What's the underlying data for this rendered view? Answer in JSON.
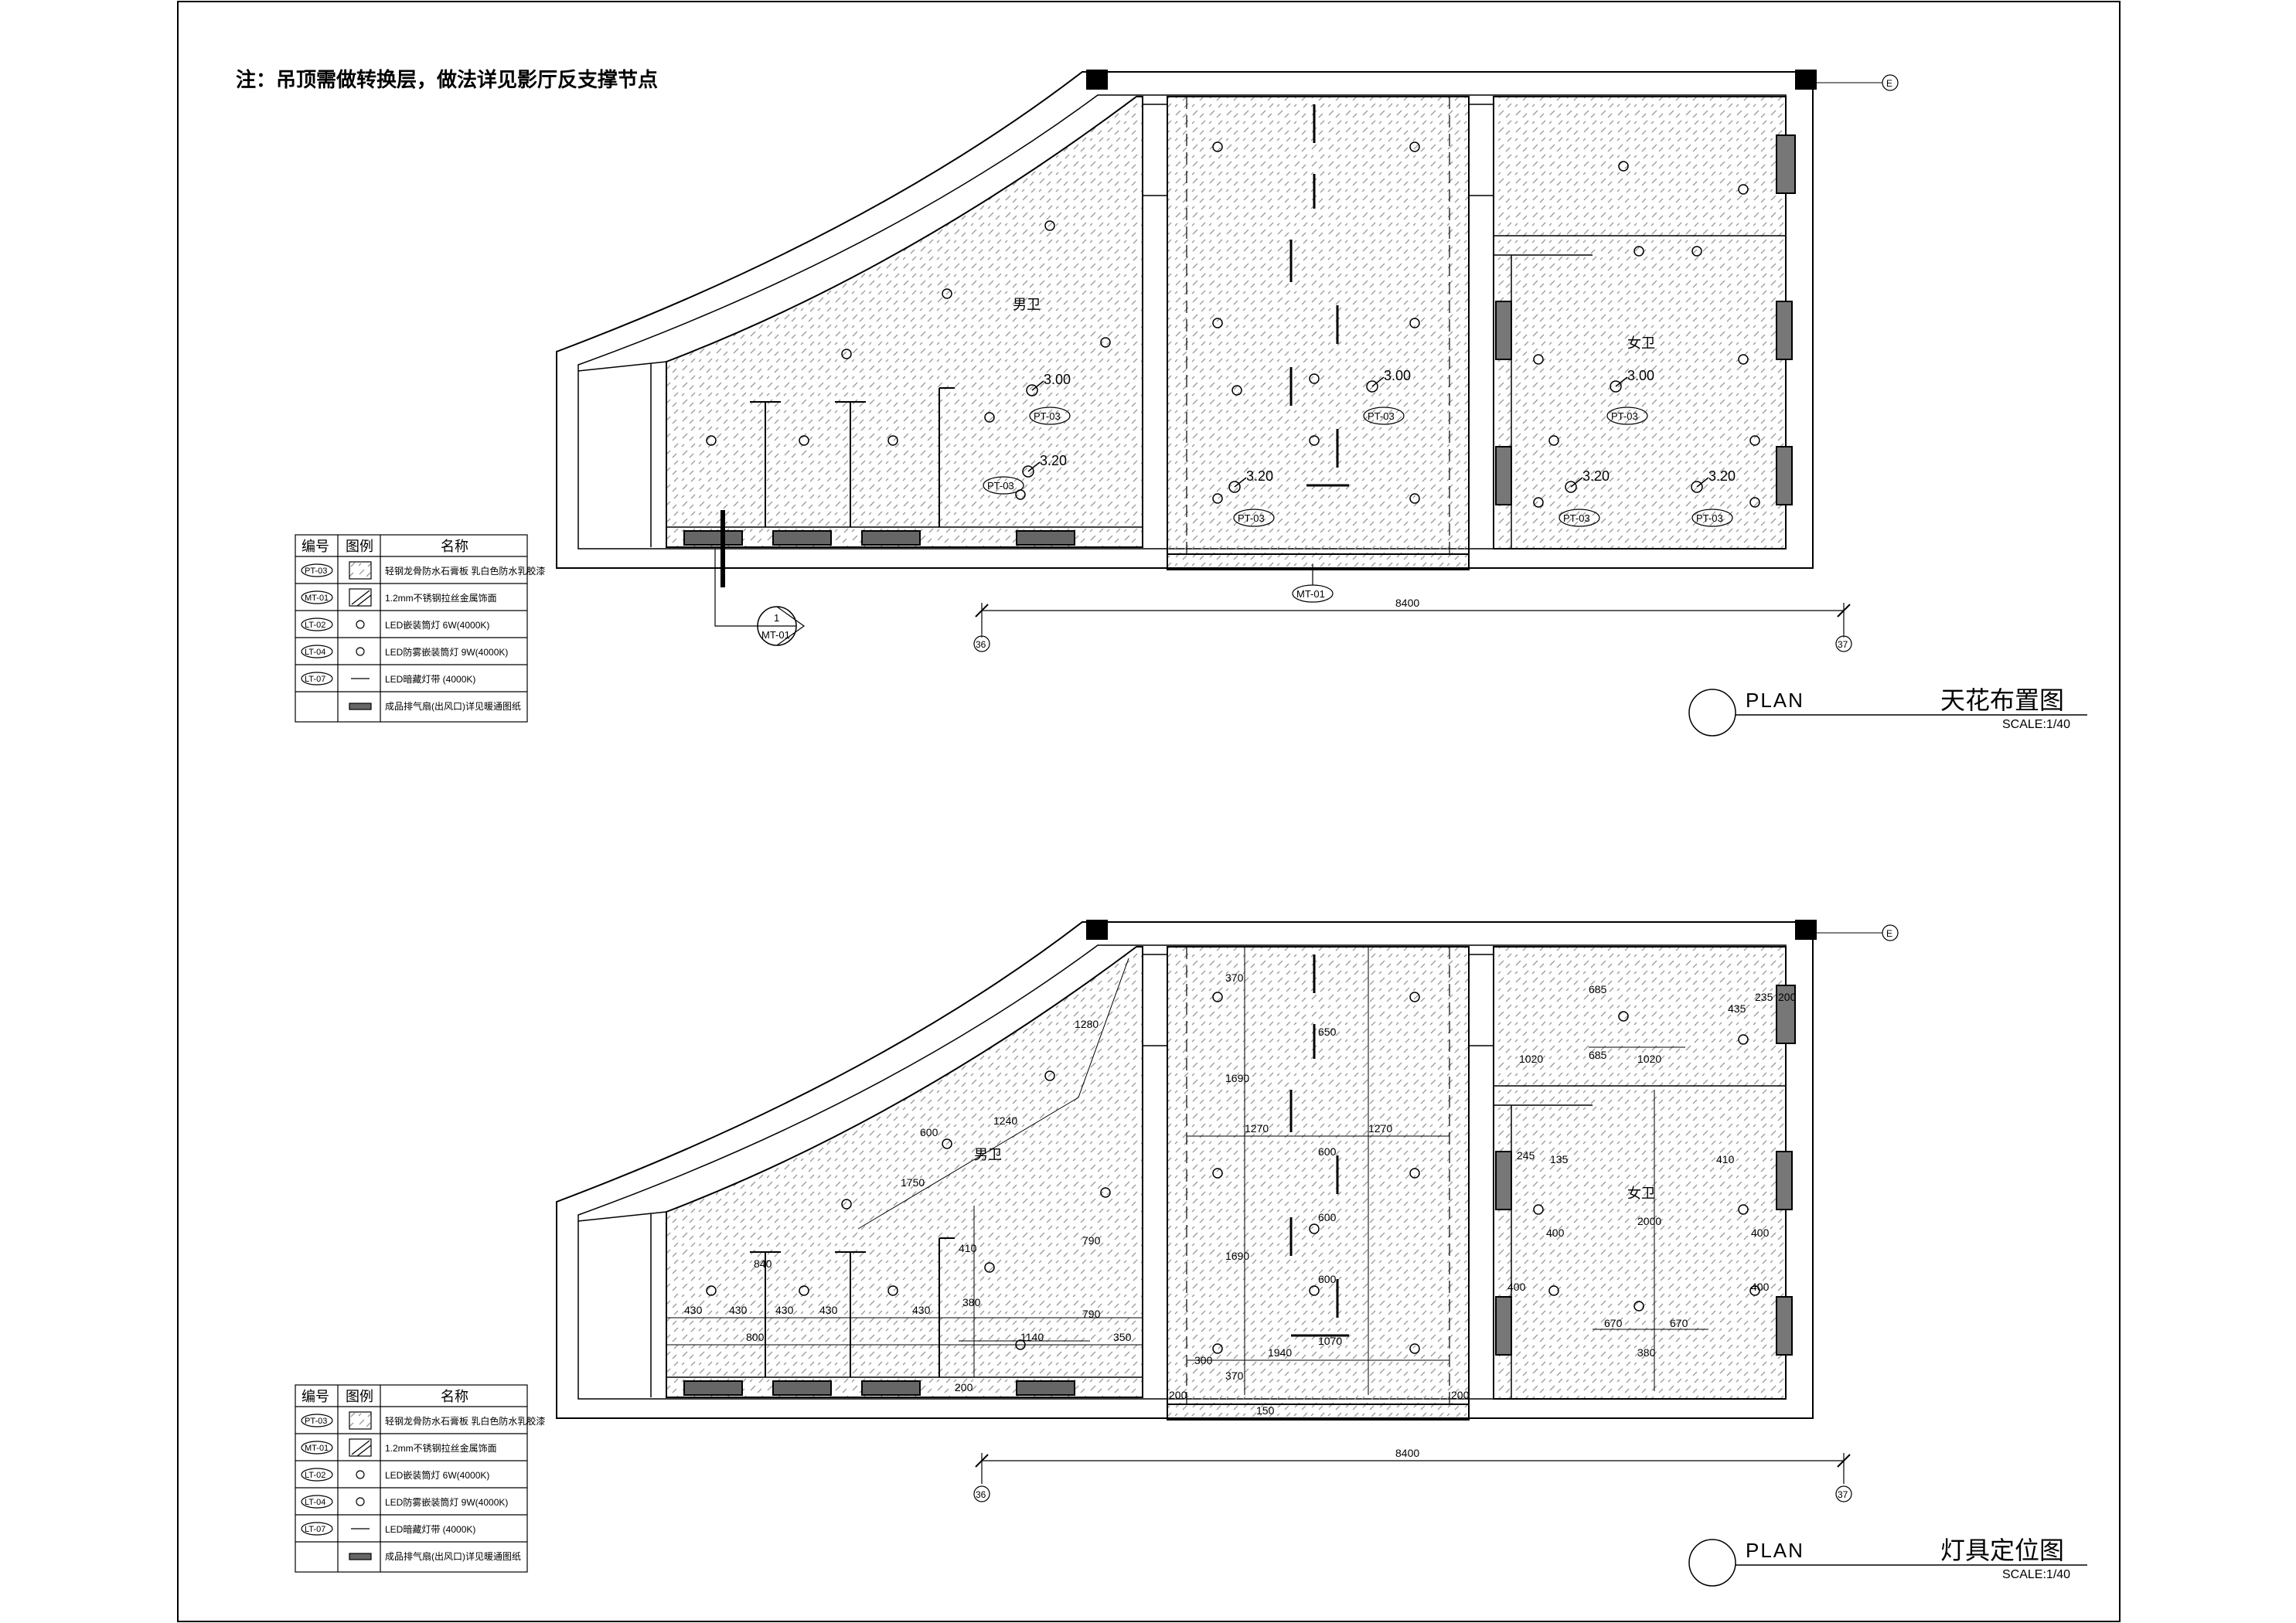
{
  "note": "注：吊顶需做转换层，做法详见影厅反支撑节点",
  "axes": {
    "left": "36",
    "right": "37",
    "top": "E"
  },
  "overall_dim": "8400",
  "room_labels": {
    "left": "男卫",
    "right": "女卫"
  },
  "material_tags": {
    "pt": "PT-03",
    "mt": "MT-01",
    "section_num": "1",
    "section_ref": "MT-01"
  },
  "elevations": {
    "ceiling_300": "3.00",
    "ceiling_320": "3.20"
  },
  "legend": {
    "headers": [
      "编号",
      "图例",
      "名称"
    ],
    "rows": [
      {
        "code": "PT-03",
        "name": "轻钢龙骨防水石膏板 乳白色防水乳胶漆"
      },
      {
        "code": "MT-01",
        "name": "1.2mm不锈钢拉丝金属饰面"
      },
      {
        "code": "LT-02",
        "name": "LED嵌装筒灯 6W(4000K)"
      },
      {
        "code": "LT-04",
        "name": "LED防雾嵌装筒灯 9W(4000K)"
      },
      {
        "code": "LT-07",
        "name": "LED暗藏灯带 (4000K)"
      },
      {
        "code": "",
        "name": "成品排气扇(出风口)详见暖通图纸"
      }
    ]
  },
  "plans": [
    {
      "plan_word": "PLAN",
      "name": "天花布置图",
      "scale": "SCALE:1/40"
    },
    {
      "plan_word": "PLAN",
      "name": "灯具定位图",
      "scale": "SCALE:1/40"
    }
  ],
  "dims_bottom": {
    "left": [
      "840",
      "430",
      "430",
      "430",
      "430",
      "430",
      "800",
      "1750",
      "600",
      "1240",
      "1280",
      "410",
      "1140",
      "380",
      "350",
      "200",
      "790",
      "790"
    ],
    "mid": [
      "370",
      "650",
      "1690",
      "1270",
      "1270",
      "600",
      "600",
      "1690",
      "600",
      "1940",
      "1070",
      "300",
      "370",
      "200",
      "200",
      "150"
    ],
    "right": [
      "685",
      "685",
      "435",
      "235",
      "200",
      "1020",
      "1020",
      "245",
      "135",
      "410",
      "400",
      "400",
      "2000",
      "400",
      "400",
      "670",
      "670",
      "380"
    ]
  }
}
